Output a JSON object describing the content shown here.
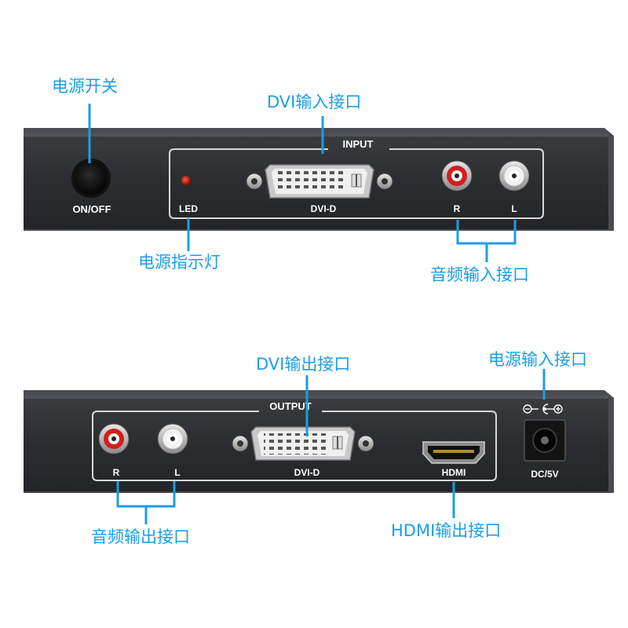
{
  "colors": {
    "callout": "#1a9ee6",
    "chassis": "#2e3033",
    "panel_text": "#ffffff"
  },
  "front_panel": {
    "power_label": "ON/OFF",
    "group_title": "INPUT",
    "led_label": "LED",
    "dvi_label": "DVI-D",
    "audio_r_label": "R",
    "audio_l_label": "L"
  },
  "rear_panel": {
    "group_title": "OUTPUT",
    "audio_r_label": "R",
    "audio_l_label": "L",
    "dvi_label": "DVI-D",
    "hdmi_label": "HDMI",
    "dc_label": "DC/5V"
  },
  "callouts": {
    "power_switch": "电源开关",
    "dvi_input": "DVI输入接口",
    "power_indicator": "电源指示灯",
    "audio_input": "音频输入接口",
    "dvi_output": "DVI输出接口",
    "power_input": "电源输入接口",
    "audio_output": "音频输出接口",
    "hdmi_output": "HDMI输出接口"
  },
  "icons": [
    "power-button-icon",
    "led-icon",
    "dvi-port-icon",
    "rca-jack-icon",
    "hdmi-port-icon",
    "dc-jack-icon",
    "polarity-icon"
  ]
}
